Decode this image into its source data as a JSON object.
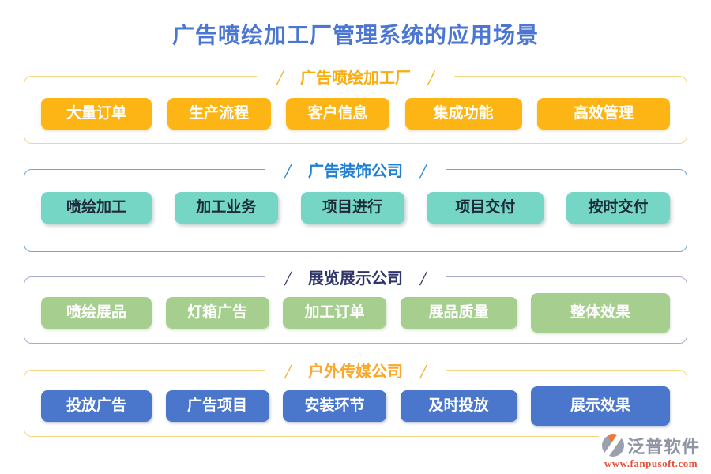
{
  "title": "广告喷绘加工厂管理系统的应用场景",
  "decor": {
    "slash": "/"
  },
  "sections": [
    {
      "id": "print-factory",
      "label": "广告喷绘加工厂",
      "header_color": "#f9ad0e",
      "border_color": "#f3d584",
      "button_color": "#fcb515",
      "button_text_color": "#ffffff",
      "items": [
        "大量订单",
        "生产流程",
        "客户信息",
        "集成功能",
        "高效管理"
      ]
    },
    {
      "id": "ad-decoration-company",
      "label": "广告装饰公司",
      "header_color": "#1e80d4",
      "border_color": "#63abde",
      "button_color": "#75d6c6",
      "button_text_color": "#1d2a3a",
      "items": [
        "喷绘加工",
        "加工业务",
        "项目进行",
        "项目交付",
        "按时交付"
      ]
    },
    {
      "id": "exhibition-company",
      "label": "展览展示公司",
      "header_color": "#2f356a",
      "border_color": "#a9aacf",
      "button_color": "#a6cf8f",
      "button_text_color": "#ffffff",
      "items": [
        "喷绘展品",
        "灯箱广告",
        "加工订单",
        "展品质量",
        "整体效果"
      ]
    },
    {
      "id": "outdoor-media-company",
      "label": "户外传媒公司",
      "header_color": "#f9a82a",
      "border_color": "#f3d584",
      "button_color": "#4a76cb",
      "button_text_color": "#ffffff",
      "items": [
        "投放广告",
        "广告项目",
        "安装环节",
        "及时投放",
        "展示效果"
      ]
    }
  ],
  "logo": {
    "name": "泛普软件",
    "url": "www.fanpusoft.com",
    "icon": "fanpu-swoosh-icon",
    "name_color": "#8e94a2",
    "url_color": "#e0523a"
  }
}
